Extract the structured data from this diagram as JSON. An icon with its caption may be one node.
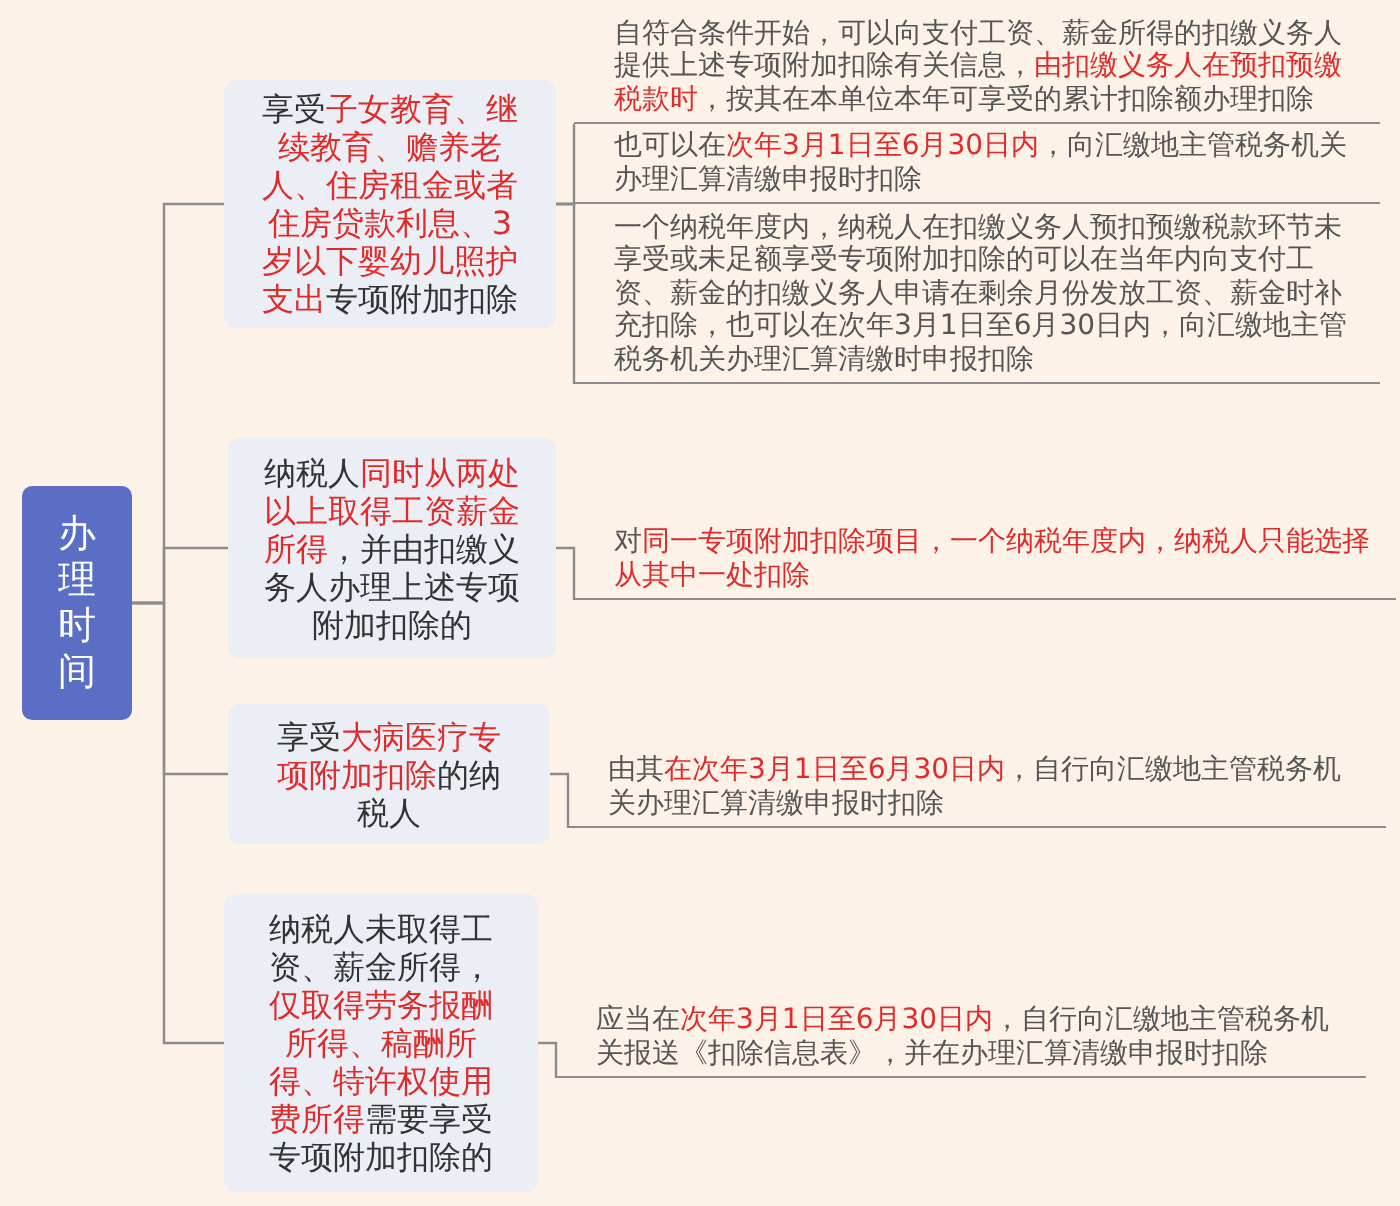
{
  "diagram": {
    "nodes": [
      {
        "text": [
          "办理时间"
        ]
      },
      {
        "text": [
          "享受**子女教育、继续教育、赡养老人、住房租金或者住房贷款利息、3岁以下婴幼儿照护支出**专项附加扣除"
        ]
      },
      {
        "text": [
          "自符合条件开始，可以向支付工资、薪金所得的扣缴义务人提供上述专项附加扣除有关信息，**由扣缴义务人在预扣预缴税款时**，按其在本单位本年可享受的累计扣除额办理扣除"
        ]
      },
      {
        "text": [
          "也可以在**次年3月1日至6月30日内**，向汇缴地主管税务机关办理汇算清缴申报时扣除"
        ]
      },
      {
        "text": [
          "一个纳税年度内，纳税人在扣缴义务人预扣预缴税款环节未享受或未足额享受专项附加扣除的可以在当年内向支付工资、薪金的扣缴义务人申请在剩余月份发放工资、薪金时补充扣除，也可以在次年3月1日至6月30日内，向汇缴地主管税务机关办理汇算清缴时申报扣除"
        ]
      },
      {
        "text": [
          "纳税人**同时从两处以上取得工资薪金所得**，并由扣缴义务人办理上述专项附加扣除的"
        ]
      },
      {
        "text": [
          "对**同一专项附加扣除项目，一个纳税年度内，纳税人只能选择从其中一处扣除**"
        ]
      },
      {
        "text": [
          "享受**大病医疗专项附加扣除**的纳税人"
        ]
      },
      {
        "text": [
          "由其**在次年3月1日至6月30日内**，自行向汇缴地主管税务机关办理汇算清缴申报时扣除"
        ]
      },
      {
        "text": [
          "纳税人未取得工资、薪金所得，**仅取得劳务报酬所得、稿酬所得、特许权使用费所得**需要享受专项附加扣除的"
        ]
      },
      {
        "text": [
          "应当在**次年3月1日至6月30日内**，自行向汇缴地主管税务机关报送《扣除信息表》，并在办理汇算清缴申报时扣除"
        ]
      }
    ],
    "edges": [
      {
        "from": 0,
        "to": 1,
        "arrow": "none"
      },
      {
        "from": 0,
        "to": 5,
        "arrow": "none"
      },
      {
        "from": 0,
        "to": 7,
        "arrow": "none"
      },
      {
        "from": 0,
        "to": 9,
        "arrow": "none"
      },
      {
        "from": 1,
        "to": 2,
        "arrow": "none"
      },
      {
        "from": 1,
        "to": 3,
        "arrow": "none"
      },
      {
        "from": 1,
        "to": 4,
        "arrow": "none"
      },
      {
        "from": 5,
        "to": 6,
        "arrow": "none"
      },
      {
        "from": 7,
        "to": 8,
        "arrow": "none"
      },
      {
        "from": 9,
        "to": 10,
        "arrow": "none"
      }
    ]
  }
}
